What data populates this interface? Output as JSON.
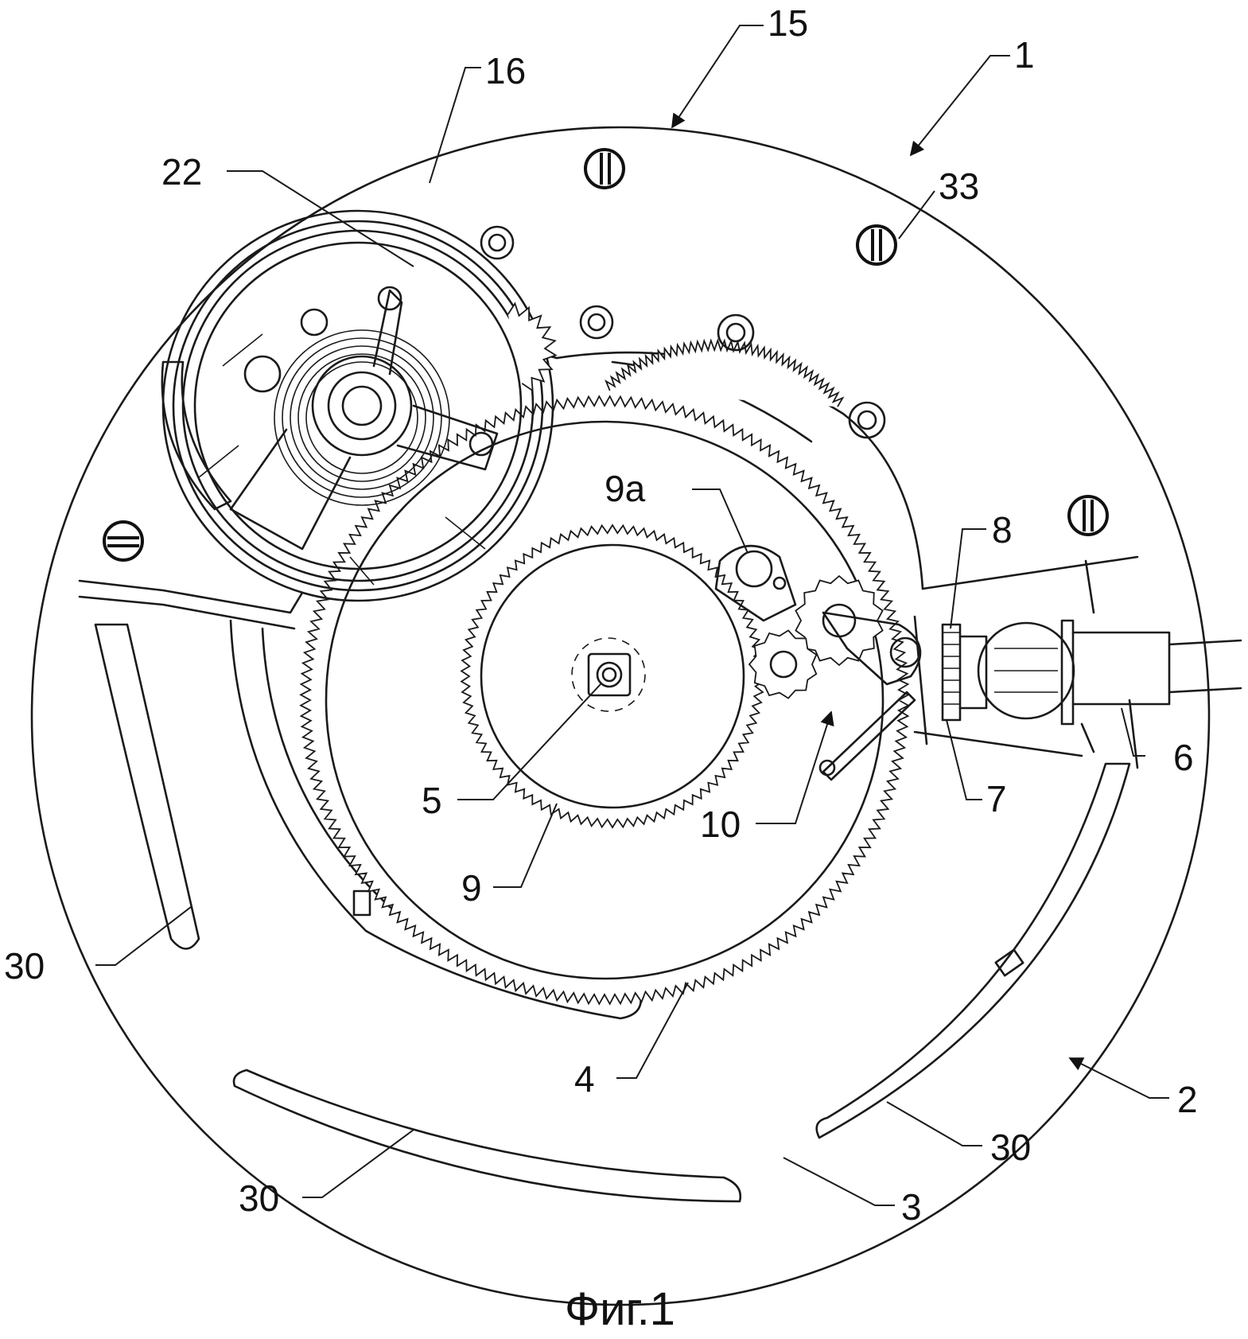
{
  "figure": {
    "caption": "Фиг.1",
    "labels": {
      "l1": "1",
      "l2": "2",
      "l3": "3",
      "l4": "4",
      "l5": "5",
      "l6": "6",
      "l7": "7",
      "l8": "8",
      "l9": "9",
      "l9a": "9a",
      "l10": "10",
      "l15": "15",
      "l16": "16",
      "l22": "22",
      "l30a": "30",
      "l30b": "30",
      "l30c": "30",
      "l33": "33"
    }
  }
}
